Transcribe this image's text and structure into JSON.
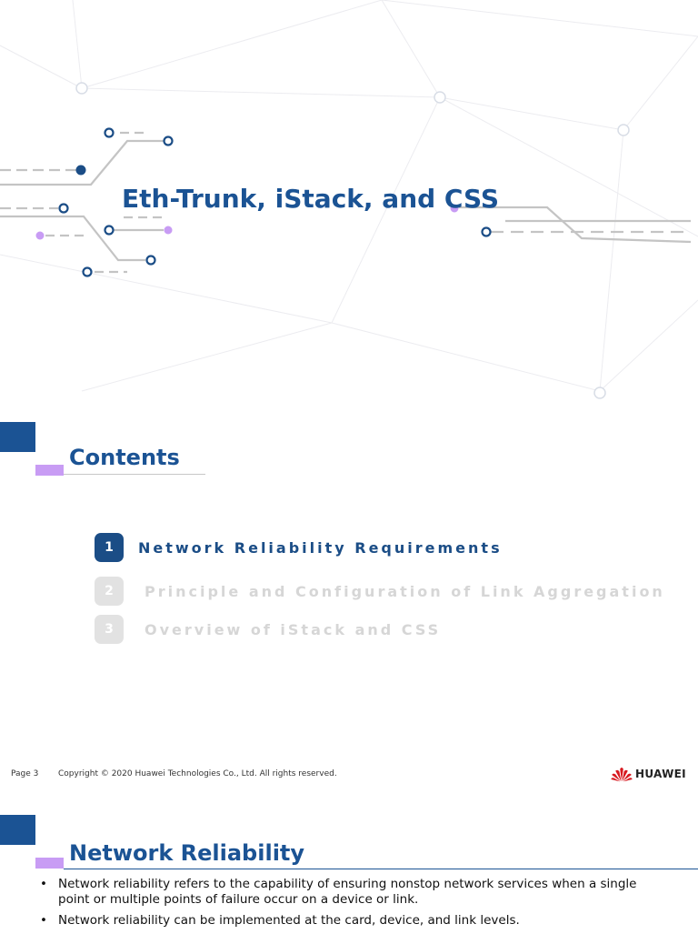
{
  "title_slide": {
    "title": "Eth-Trunk, iStack, and CSS"
  },
  "contents_slide": {
    "heading": "Contents",
    "items": [
      {
        "number": "1",
        "label": "Network Reliability Requirements",
        "state": "active"
      },
      {
        "number": "2",
        "label": "Principle and Configuration of Link Aggregation",
        "state": "inactive"
      },
      {
        "number": "3",
        "label": "Overview of iStack and CSS",
        "state": "inactive"
      }
    ],
    "footer": {
      "page": "Page 3",
      "copyright": "Copyright © 2020 Huawei Technologies Co., Ltd. All rights reserved.",
      "logo_text": "HUAWEI"
    }
  },
  "network_slide": {
    "heading": "Network Reliability",
    "bullet_glyph": "•",
    "bullets": [
      "Network reliability refers to the capability of ensuring nonstop network services when a single point or multiple points of failure occur on a device or link.",
      "Network reliability can be implemented at the card, device, and link levels."
    ]
  },
  "colors": {
    "brand_blue": "#1b5394",
    "accent_purple": "#c89cf4",
    "huawei_red": "#d71920",
    "inactive_gray": "#d6d6d6"
  }
}
